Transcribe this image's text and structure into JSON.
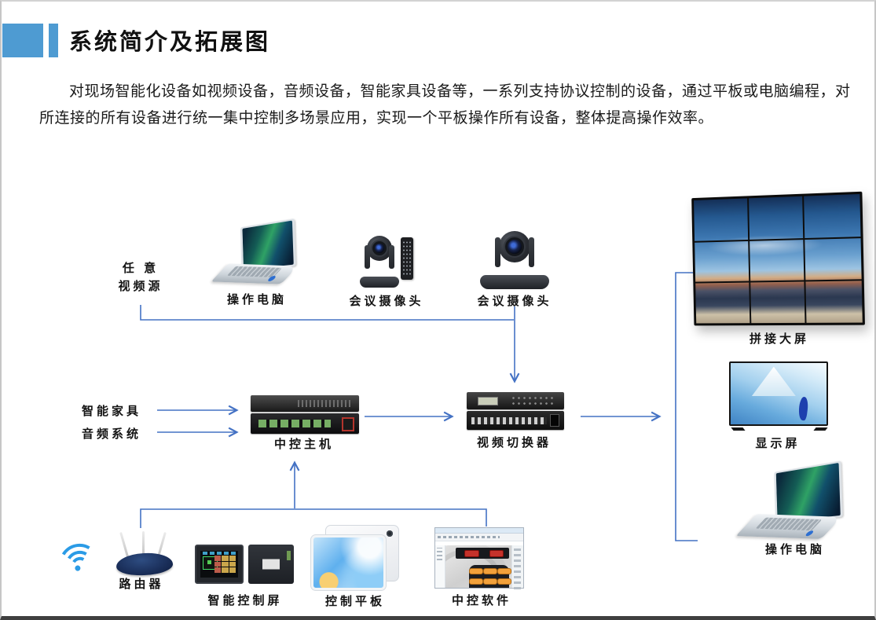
{
  "header": {
    "title": "系统简介及拓展图"
  },
  "intro": {
    "text": "对现场智能化设备如视频设备，音频设备，智能家具设备等，一系列支持协议控制的设备，通过平板或电脑编程，对所连接的所有设备进行统一集中控制多场景应用，实现一个平板操作所有设备，整体提高操作效率。"
  },
  "diagram": {
    "nodes": {
      "any_video_source": {
        "line1": "任 意",
        "line2": "视频源"
      },
      "operator_pc_top": {
        "label": "操作电脑"
      },
      "conference_camera_1": {
        "label": "会议摄像头"
      },
      "conference_camera_2": {
        "label": "会议摄像头"
      },
      "video_wall": {
        "label": "拼接大屏"
      },
      "smart_furniture": {
        "label": "智能家具"
      },
      "audio_system": {
        "label": "音频系统"
      },
      "central_control_host": {
        "label": "中控主机"
      },
      "video_switcher": {
        "label": "视频切换器"
      },
      "display_screen": {
        "label": "显示屏"
      },
      "operator_pc_right": {
        "label": "操作电脑"
      },
      "router": {
        "label": "路由器"
      },
      "smart_control_panel": {
        "label": "智能控制屏"
      },
      "control_tablet": {
        "label": "控制平板"
      },
      "central_control_software": {
        "label": "中控软件"
      }
    },
    "icons": {
      "wifi": "wifi-signal-arcs"
    },
    "colors": {
      "connector_blue": "#4472c4",
      "header_accent_blue": "#4e9bd2",
      "wifi_blue": "#2b9be6"
    }
  }
}
